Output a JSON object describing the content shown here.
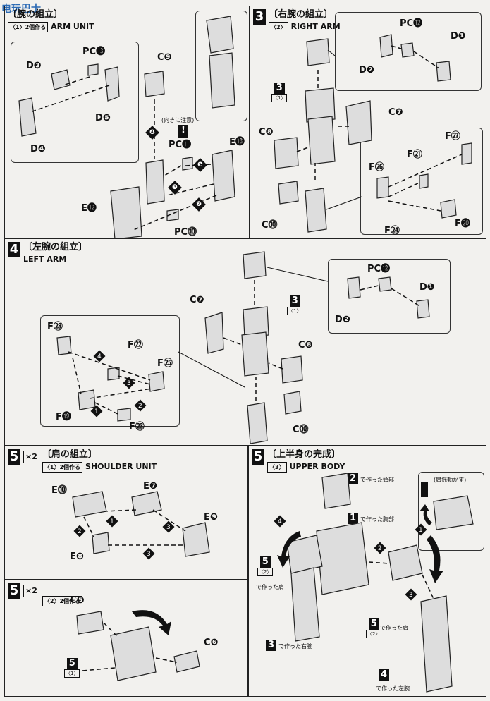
{
  "watermark": "电玩巴士",
  "panels": {
    "arm_unit": {
      "step": "",
      "sub": "1",
      "sub_note": "2個作る",
      "title_jp": "腕の組立",
      "title_en": "ARM UNIT",
      "notice_label": "向きに注意",
      "labels": [
        "PC⓭",
        "D❸",
        "D❺",
        "D❹",
        "C❾",
        "PC⓫",
        "E⓭",
        "E⓬",
        "PC⓾"
      ],
      "steps": [
        "❶",
        "❷",
        "❸",
        "❹"
      ]
    },
    "right_arm": {
      "step": "3",
      "sub": "2",
      "title_jp": "右腕の組立",
      "title_en": "RIGHT ARM",
      "labels": [
        "PC⓬",
        "D❶",
        "D❷",
        "C❼",
        "C❽",
        "C⓾",
        "F㉗",
        "F㉑",
        "F㉖",
        "F㉔",
        "F⓴"
      ],
      "ref": {
        "n": "3",
        "s": "1"
      }
    },
    "left_arm": {
      "step": "4",
      "title_jp": "左腕の組立",
      "title_en": "LEFT ARM",
      "labels": [
        "PC⓬",
        "D❷",
        "D❶",
        "C❼",
        "C❽",
        "C⓾",
        "F㉘",
        "F㉒",
        "F㉕",
        "F⓳",
        "F㉓"
      ],
      "ref": {
        "n": "3",
        "s": "1"
      }
    },
    "shoulder_unit": {
      "step": "5",
      "sub": "1",
      "sub_note": "2個作る",
      "x2": "×2",
      "title_jp": "肩の組立",
      "title_en": "SHOULDER UNIT",
      "labels": [
        "E⓾",
        "E❼",
        "E❾",
        "E❽"
      ]
    },
    "shoulder_2": {
      "step": "5",
      "sub": "2",
      "sub_note": "2個作る",
      "x2": "×2",
      "labels": [
        "C❺",
        "C❻"
      ],
      "ref": {
        "n": "5",
        "s": "1"
      }
    },
    "upper_body": {
      "step": "5",
      "sub": "3",
      "title_jp": "上半身の完成",
      "title_en": "UPPER BODY",
      "notes": {
        "head": "で作った頭部",
        "chest": "で作った胸部",
        "shoulder_l": "で作った肩",
        "shoulder_r": "で作った肩",
        "right_arm": "で作った右腕",
        "left_arm": "で作った左腕",
        "shoulder_move": "(肩揺動かす)"
      },
      "refs": {
        "head": "2",
        "chest": "1",
        "sh_l": "5",
        "sh_r": "5",
        "ra": "3",
        "la": "4"
      }
    }
  }
}
